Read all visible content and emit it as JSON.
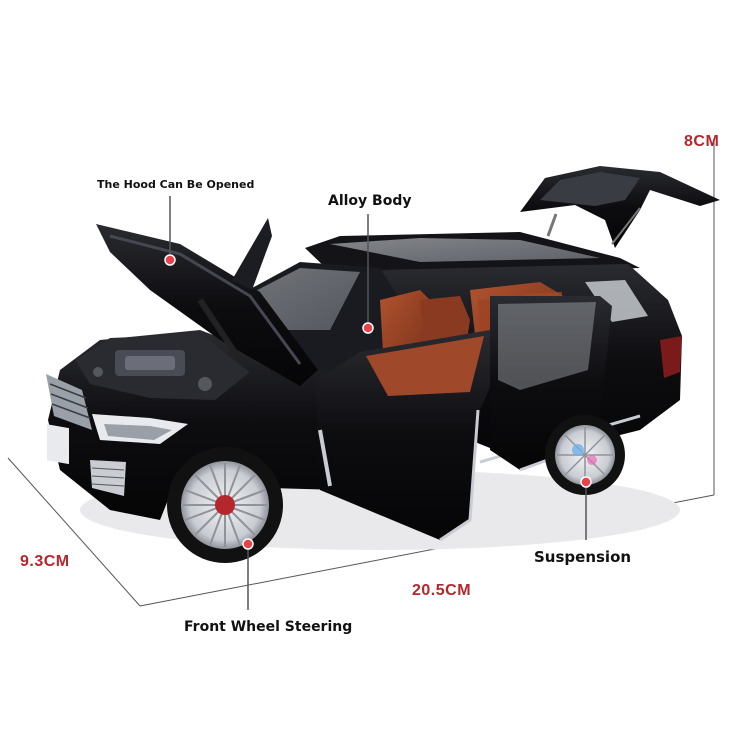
{
  "colors": {
    "dimension_label": "#b3272d",
    "callout_dot": "#e8434a",
    "car_body": "#0d0d10",
    "interior": "#8a3a20",
    "chrome": "#c9ccd2"
  },
  "callouts": {
    "hood": "The Hood Can Be Opened",
    "body": "Alloy Body",
    "suspension": "Suspension",
    "steering": "Front Wheel Steering"
  },
  "dimensions": {
    "height": "8CM",
    "width": "9.3CM",
    "length": "20.5CM"
  }
}
